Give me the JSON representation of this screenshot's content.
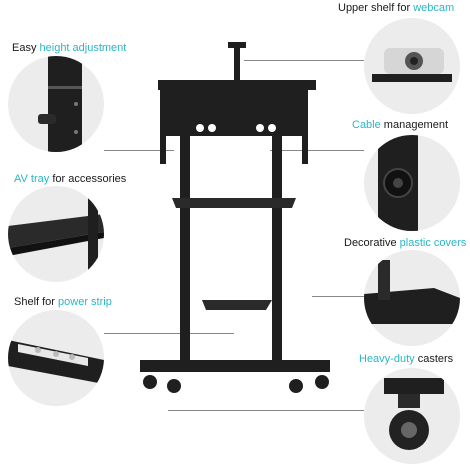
{
  "captions": {
    "height": {
      "pre": "Easy ",
      "hl": "height adjustment",
      "post": ""
    },
    "av_tray": {
      "pre": "",
      "hl": "AV tray",
      "post": " for accessories"
    },
    "power_strip": {
      "pre": "Shelf for ",
      "hl": "power strip",
      "post": ""
    },
    "webcam": {
      "pre": "Upper shelf for ",
      "hl": "webcam",
      "post": ""
    },
    "cable": {
      "pre": "",
      "hl": "Cable",
      "post": " management"
    },
    "covers": {
      "pre": "Decorative ",
      "hl": "plastic covers",
      "post": ""
    },
    "casters": {
      "pre": "",
      "hl": "Heavy-duty",
      "post": " casters"
    }
  },
  "colors": {
    "accent": "#2bb6c4",
    "metal": "#1f1f1f",
    "bg": "#ececec"
  }
}
